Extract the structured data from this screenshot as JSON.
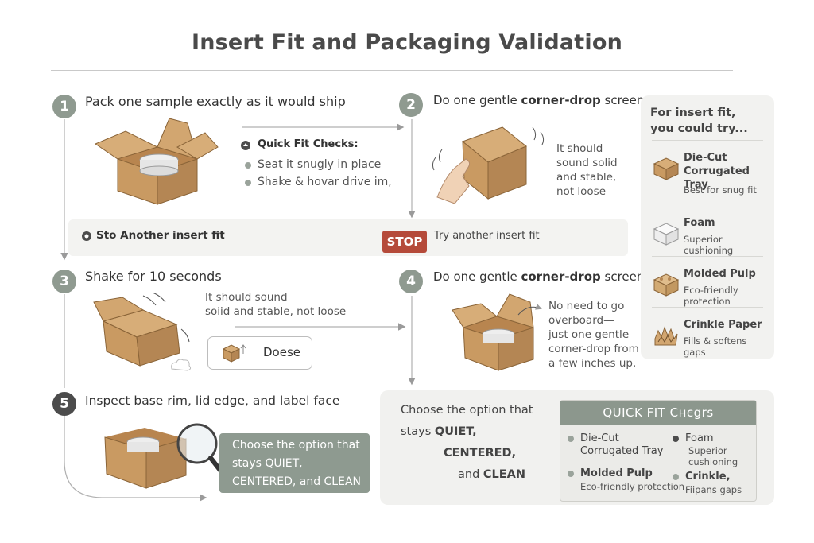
{
  "title": "Insert Fit and Packaging Validation",
  "steps": {
    "s1": {
      "num": "1",
      "label": "Pack one sample exactly as it would ship"
    },
    "s2": {
      "num": "2",
      "pre": "Do one gentle ",
      "bold": "corner-drop",
      "post": " screen"
    },
    "s3": {
      "num": "3",
      "label": "Shake for 10 seconds"
    },
    "s4": {
      "num": "4",
      "pre": "Do one gentle ",
      "bold": "corner-drop",
      "post": " screen"
    },
    "s5": {
      "num": "5",
      "label": "Inspect base rim, lid edge, and label face"
    }
  },
  "quick_fit_checks": {
    "heading": "Quick Fit Checks:",
    "items": [
      "Seat it snugly in place",
      "Shake & hovar drive im,"
    ]
  },
  "step2_note": [
    "It should",
    "sound solid",
    "and stable,",
    "not loose"
  ],
  "stop_bar": {
    "left_label": "Sto Another insert fit",
    "badge": "STOP",
    "right_label": "Try another insert fit"
  },
  "step3_note": [
    "It should sound",
    "soiid and stable, not loose"
  ],
  "doese_label": "Doese",
  "step4_note": [
    "No need to go",
    "overboard—",
    "just one gentle",
    "corner-drop from",
    "a few inches up."
  ],
  "cta_green": {
    "line1": "Choose the option that",
    "line2": "stays QUIET,",
    "line3": "CENTERED, and CLEAN"
  },
  "side_panel": {
    "heading_1": "For insert fit,",
    "heading_2": "you could try...",
    "items": [
      {
        "name_1": "Die-Cut",
        "name_2": "Corrugated Tray",
        "desc": "Best for snug fit",
        "icon": "tray-icon"
      },
      {
        "name_1": "Foam",
        "name_2": "",
        "desc": "Superior cushioning",
        "icon": "foam-icon"
      },
      {
        "name_1": "Molded Pulp",
        "name_2": "",
        "desc": "Eco-friendly protection",
        "icon": "pulp-icon"
      },
      {
        "name_1": "Crinkle Paper",
        "name_2": "",
        "desc": "Fills & softens gaps",
        "icon": "crinkle-icon"
      }
    ]
  },
  "bottom": {
    "line1": "Choose the option that",
    "line2_pre": "stays ",
    "line2_bold": "QUIET,",
    "line3_bold": "CENTERED,",
    "line4_pre": "and ",
    "line4_bold": "CLEAN"
  },
  "quick_fit_box": {
    "heading": "QUICK FIT Cнєgrs",
    "items": [
      {
        "name_1": "Die-Cut",
        "name_2": "Corrugated Tray"
      },
      {
        "name_1": "Foam",
        "name_2": "Superior",
        "name_3": "cushioning"
      },
      {
        "name_1": "Molded Pulp",
        "name_2": "Eco-friendly protection"
      },
      {
        "name_1": "Crinkle,",
        "name_2": "Fiipans gaps"
      }
    ]
  },
  "colors": {
    "accent_green": "#8e9a90",
    "stop_red": "#b54a3a",
    "cardboard": "#c99a62"
  }
}
